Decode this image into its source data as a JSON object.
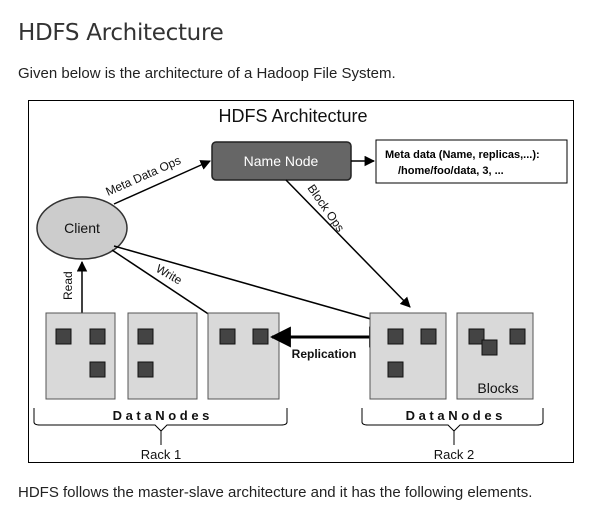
{
  "page": {
    "title": "HDFS Architecture",
    "intro": "Given below is the architecture of a Hadoop File System.",
    "outro": "HDFS follows the master-slave architecture and it has the following elements."
  },
  "diagram": {
    "title": "HDFS Architecture",
    "name_node": "Name Node",
    "client": "Client",
    "metadata_line1": "Meta data (Name, replicas,...):",
    "metadata_line2": "/home/foo/data,  3, ...",
    "meta_data_ops": "Meta Data Ops",
    "block_ops": "Block Ops",
    "read": "Read",
    "write": "Write",
    "replication": "Replication",
    "blocks": "Blocks",
    "data_nodes_left": "D a t a  N o d e s",
    "data_nodes_right": "D a t a  N o d e s",
    "rack1": "Rack 1",
    "rack2": "Rack 2"
  },
  "colors": {
    "name_node_fill": "#666666",
    "client_fill": "#cccccc",
    "datanode_fill": "#d9d9d9",
    "block_fill": "#444444",
    "stroke": "#000000"
  }
}
